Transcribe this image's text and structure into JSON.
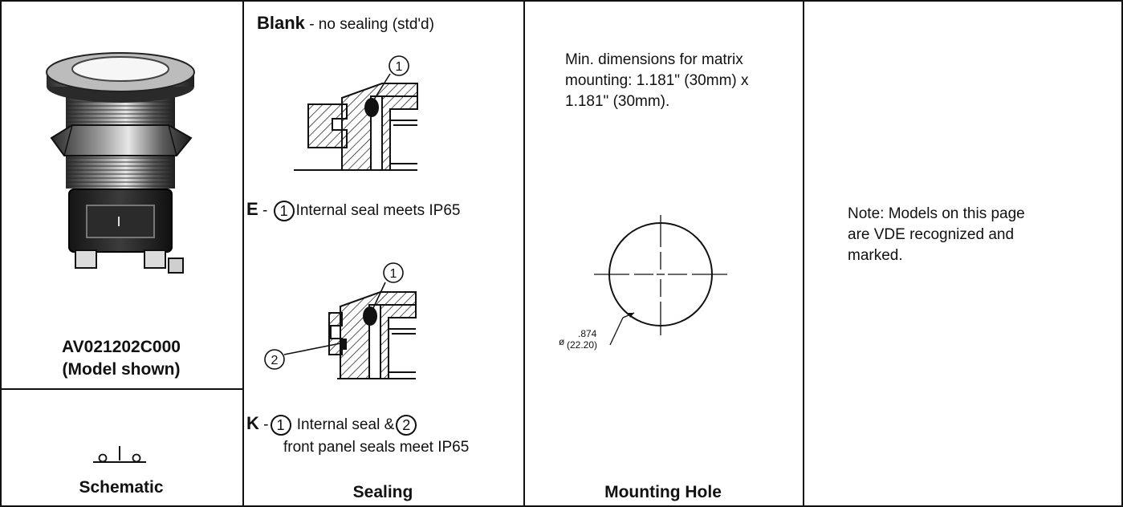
{
  "model": {
    "part_number": "AV021202C000",
    "caption": "(Model shown)"
  },
  "schematic": {
    "heading": "Schematic"
  },
  "sealing": {
    "blank_code": "Blank",
    "blank_desc": " - no sealing (std'd)",
    "callout_1": "1",
    "callout_2": "2",
    "e_code": "E",
    "e_sep": " - ",
    "e_desc": "Internal seal meets IP65",
    "k_code": "K",
    "k_sep": " -",
    "k_desc_a": " Internal seal &",
    "k_desc_b": "front panel seals meet IP65",
    "heading": "Sealing"
  },
  "mounting": {
    "text_line1": "Min. dimensions for matrix",
    "text_line2": "mounting: 1.181\" (30mm) x",
    "text_line3": "1.181\" (30mm).",
    "dim_inch": ".874",
    "dim_mm": "(22.20)",
    "dia_symbol": "ø",
    "heading": "Mounting Hole"
  },
  "note": {
    "line1": "Note: Models on this page",
    "line2": "are VDE recognized and",
    "line3": "marked."
  },
  "colors": {
    "ink": "#111111",
    "paper": "#ffffff"
  }
}
